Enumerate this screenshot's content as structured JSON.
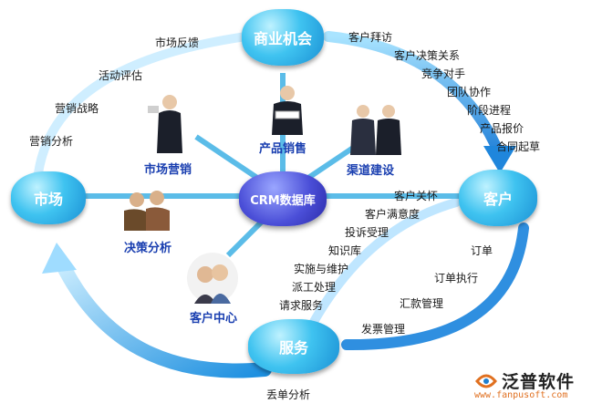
{
  "nodes": {
    "top": "商业机会",
    "left": "市场",
    "right": "客户",
    "bottom": "服务",
    "center": "CRM数据库"
  },
  "spokes": {
    "market_marketing": "市场营销",
    "product_sales": "产品销售",
    "channel": "渠道建设",
    "decision": "决策分析",
    "customer_center": "客户中心"
  },
  "market_to_opportunity": [
    "市场反馈",
    "活动评估",
    "营销战略",
    "营销分析"
  ],
  "opportunity_to_customer": [
    "客户拜访",
    "客户决策关系",
    "竞争对手",
    "团队协作",
    "阶段进程",
    "产品报价",
    "合同起草"
  ],
  "customer_to_service_inner": [
    "客户关怀",
    "客户满意度",
    "投诉受理",
    "知识库",
    "实施与维护",
    "派工处理",
    "请求服务"
  ],
  "customer_to_service_outer": [
    "订单",
    "订单执行",
    "汇款管理",
    "发票管理"
  ],
  "service_to_market": "丢单分析",
  "logo": {
    "name": "泛普软件",
    "url": "www.fanpusoft.com"
  },
  "colors": {
    "arrow": "#3aa8e8",
    "node": "#2aa8e8",
    "hub": "#3c3cc8",
    "spoke_label": "#1a3fb0"
  }
}
